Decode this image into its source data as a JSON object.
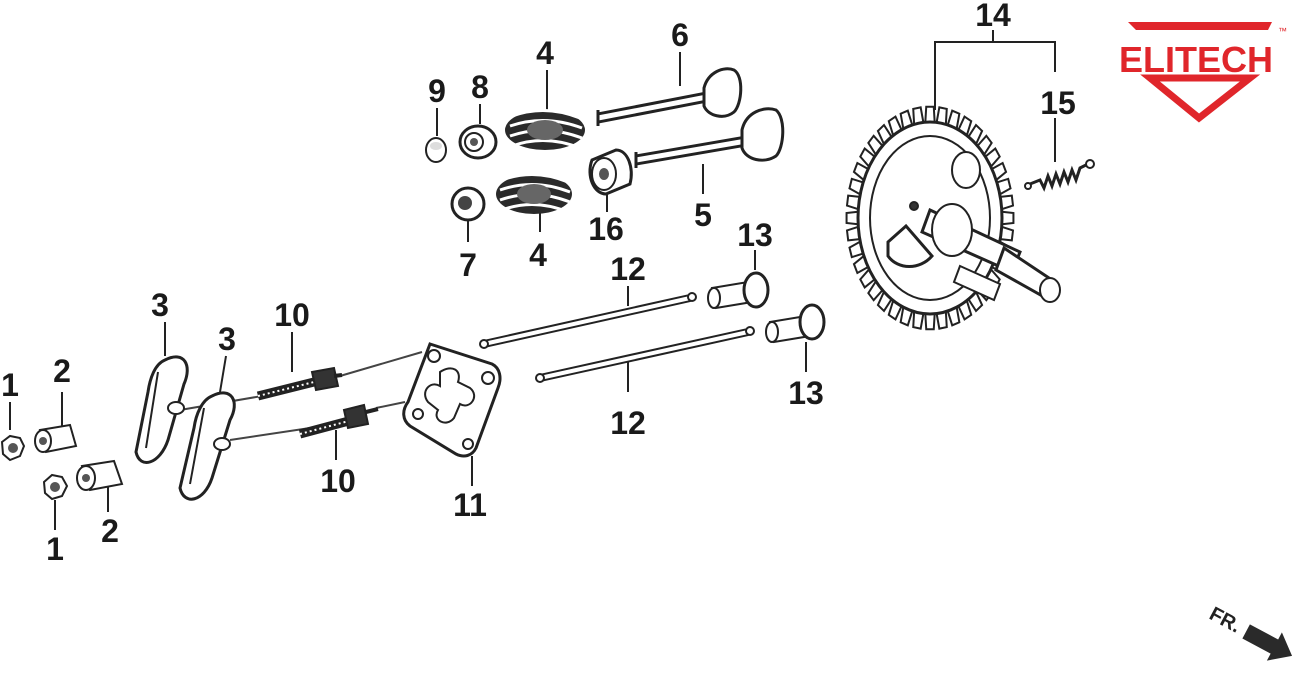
{
  "brand": {
    "name": "ELITECH",
    "trademark": "™",
    "color": "#e0262b"
  },
  "direction_marker": {
    "text": "FR."
  },
  "callouts": {
    "c1a": "1",
    "c1b": "1",
    "c2a": "2",
    "c2b": "2",
    "c3a": "3",
    "c3b": "3",
    "c4a": "4",
    "c4b": "4",
    "c5": "5",
    "c6": "6",
    "c7": "7",
    "c8": "8",
    "c9": "9",
    "c10a": "10",
    "c10b": "10",
    "c11": "11",
    "c12a": "12",
    "c12b": "12",
    "c13a": "13",
    "c13b": "13",
    "c14": "14",
    "c15": "15",
    "c16": "16"
  },
  "icons": {
    "logo": "elitech-triangle-logo",
    "direction": "front-arrow-icon"
  }
}
